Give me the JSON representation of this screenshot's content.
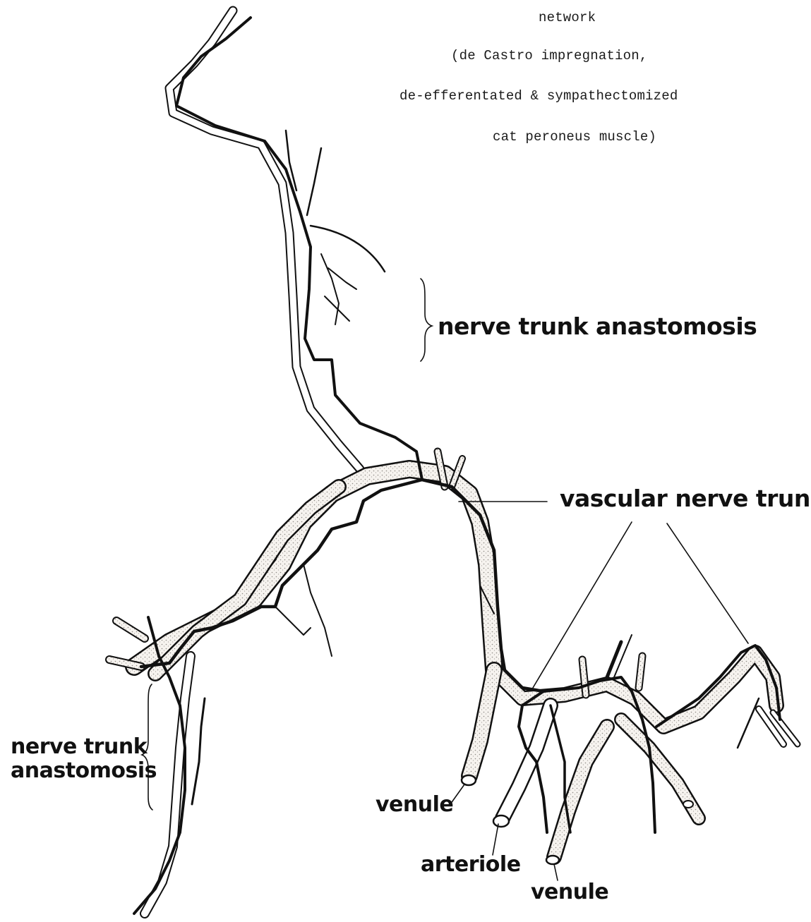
{
  "caption": {
    "line1": "network",
    "line2": "(de Castro impregnation,",
    "line3": "de-efferentated & sympathectomized",
    "line4": "cat peroneus muscle)"
  },
  "labels": {
    "nerve_trunk_anastomosis_top": "nerve trunk anastomosis",
    "vascular_nerve_trunks": "vascular nerve trunks",
    "nerve_trunk_anastomosis_left_line1": "nerve trunk",
    "nerve_trunk_anastomosis_left_line2": "anastomosis",
    "venule_left": "venule",
    "arteriole": "arteriole",
    "venule_bottom": "venule"
  },
  "colors": {
    "ink": "#111111",
    "vessel_fill": "#f4f1ee",
    "stipple": "#9a9590"
  }
}
